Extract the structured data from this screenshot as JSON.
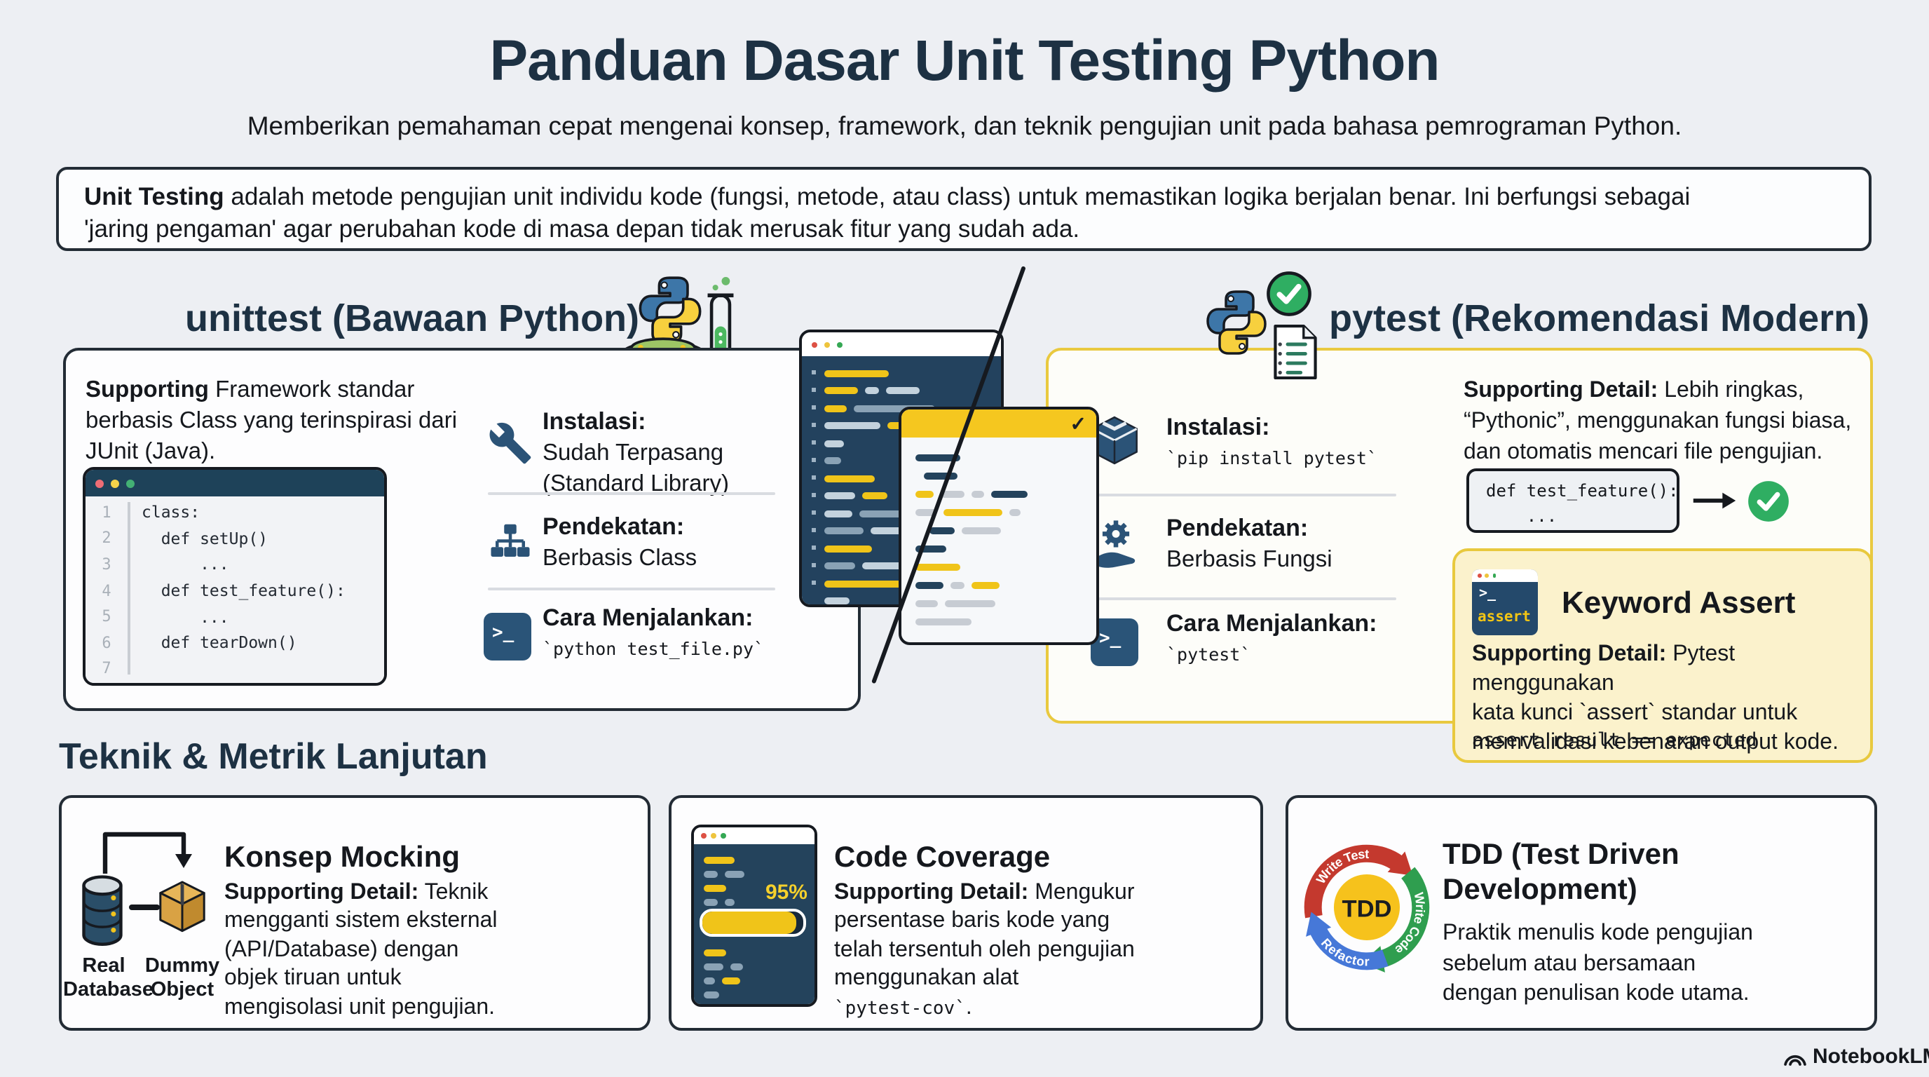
{
  "header": {
    "title": "Panduan Dasar Unit Testing Python",
    "subtitle": "Memberikan pemahaman cepat mengenai konsep, framework, dan teknik pengujian unit pada bahasa pemrograman Python."
  },
  "definition": {
    "lead": "Unit Testing",
    "text": " adalah metode pengujian unit individu kode (fungsi, metode, atau class) untuk memastikan logika berjalan benar. Ini berfungsi sebagai\n'jaring pengaman' agar perubahan kode di masa depan tidak merusak fitur yang sudah ada."
  },
  "unittest_section": {
    "title": "unittest (Bawaan Python)",
    "supporting_lead": "Supporting",
    "supporting_text": " Framework standar\nberbasis Class yang terinspirasi dari\nJUnit (Java).",
    "code_window": {
      "rows": [
        {
          "n": "1",
          "code": "class:"
        },
        {
          "n": "2",
          "code": "  def setUp()"
        },
        {
          "n": "3",
          "code": "      ..."
        },
        {
          "n": "4",
          "code": "  def test_feature():"
        },
        {
          "n": "5",
          "code": "      ..."
        },
        {
          "n": "6",
          "code": "  def tearDown()"
        },
        {
          "n": "7",
          "code": ""
        }
      ]
    },
    "items": [
      {
        "label": "Instalasi:",
        "value": "Sudah Terpasang\n(Standard Library)"
      },
      {
        "label": "Pendekatan:",
        "value": "Berbasis Class"
      },
      {
        "label": "Cara Menjalankan:",
        "value": "`python test_file.py`"
      }
    ]
  },
  "pytest_section": {
    "title": "pytest (Rekomendasi Modern)",
    "supporting_lead": "Supporting Detail:",
    "supporting_text": " Lebih ringkas,\n“Pythonic”, menggunakan fungsi biasa,\ndan otomatis mencari file pengujian.",
    "items": [
      {
        "label": "Instalasi:",
        "value": "`pip install pytest`"
      },
      {
        "label": "Pendekatan:",
        "value": "Berbasis Fungsi"
      },
      {
        "label": "Cara Menjalankan:",
        "value": "`pytest`"
      }
    ],
    "snippet": {
      "line1": "def test_feature():",
      "line2": "    ..."
    },
    "assert_card": {
      "title": "Keyword Assert",
      "terminal_prompt": ">_",
      "terminal_word": "assert",
      "detail_lead": "Supporting Detail:",
      "detail_text": " Pytest menggunakan\nkata kunci `assert` standar untuk\nmemvalidasi kebenaran output kode.",
      "code": "assert result == expected"
    }
  },
  "advanced_section": {
    "title": "Teknik & Metrik Lanjutan",
    "mocking_card": {
      "title": "Konsep Mocking",
      "detail_lead": "Supporting Detail:",
      "detail_text": " Teknik\nmengganti sistem eksternal\n(API/Database) dengan\nobjek tiruan untuk\nmengisolasi unit pengujian.",
      "db_label": "Real\nDatabase",
      "box_label": "Dummy\nObject"
    },
    "coverage_card": {
      "title": "Code Coverage",
      "detail_lead": "Supporting Detail:",
      "detail_text": " Mengukur\npersentase baris kode yang\ntelah tersentuh oleh pengujian\nmenggunakan alat\n",
      "detail_code": "`pytest-cov`",
      "detail_end": ".",
      "percent": "95%"
    },
    "tdd_card": {
      "title": "TDD (Test Driven\nDevelopment)",
      "detail_text": "Praktik menulis kode pengujian\nsebelum atau bersamaan\ndengan penulisan kode utama.",
      "cycle": {
        "center": "TDD",
        "steps": [
          "Write Test",
          "Write Code",
          "Refactor"
        ]
      }
    }
  },
  "icons": {
    "prompt": ">_",
    "check": "✓"
  },
  "footer": {
    "brand": "NotebookLM"
  },
  "colors": {
    "background": "#edeff3",
    "navy_heading": "#1d3143",
    "steel_blue": "#2b5377",
    "accent_yellow": "#f2c41d",
    "yellow_border": "#e9c93f",
    "assert_bg": "#fbf2cc",
    "green": "#2fae62",
    "tdd_red": "#c4392e",
    "tdd_green": "#2f9e4f",
    "tdd_blue": "#4678d8",
    "editor_dark": "#23425e"
  }
}
